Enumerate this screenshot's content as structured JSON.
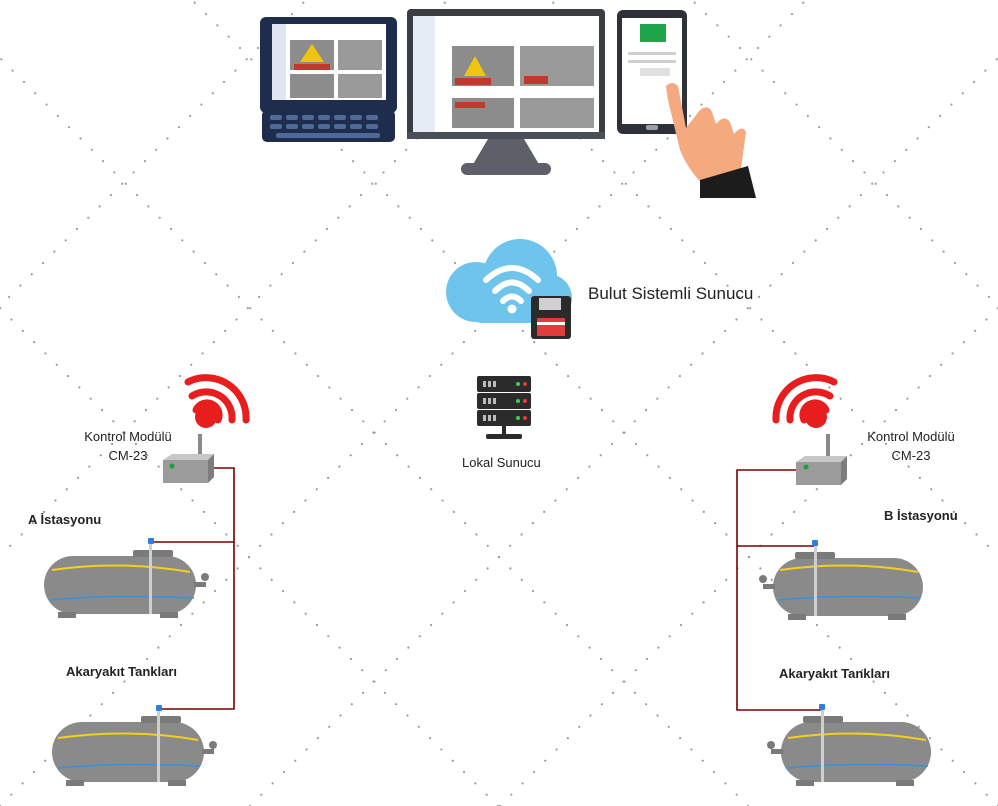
{
  "cloud": {
    "label": "Bulut Sistemli Sunucu"
  },
  "local_server": {
    "label": "Lokal Sunucu"
  },
  "station_a": {
    "name": "A İstasyonu",
    "module_title": "Kontrol Modülü",
    "module_model": "CM-23",
    "tanks_label": "Akaryakıt Tankları"
  },
  "station_b": {
    "name": "B İstasyonu",
    "module_title": "Kontrol Modülü",
    "module_model": "CM-23",
    "tanks_label": "Akaryakıt Tankları"
  },
  "colors": {
    "cloud": "#6fc4ec",
    "wifi": "#e81e1e",
    "tank": "#8a8a8a",
    "fuel_line": "#f2d11c",
    "water_line": "#3a8fe0",
    "wire": "#7a0000",
    "device_frame": "#1f2d4d",
    "server": "#2b2b2b"
  }
}
